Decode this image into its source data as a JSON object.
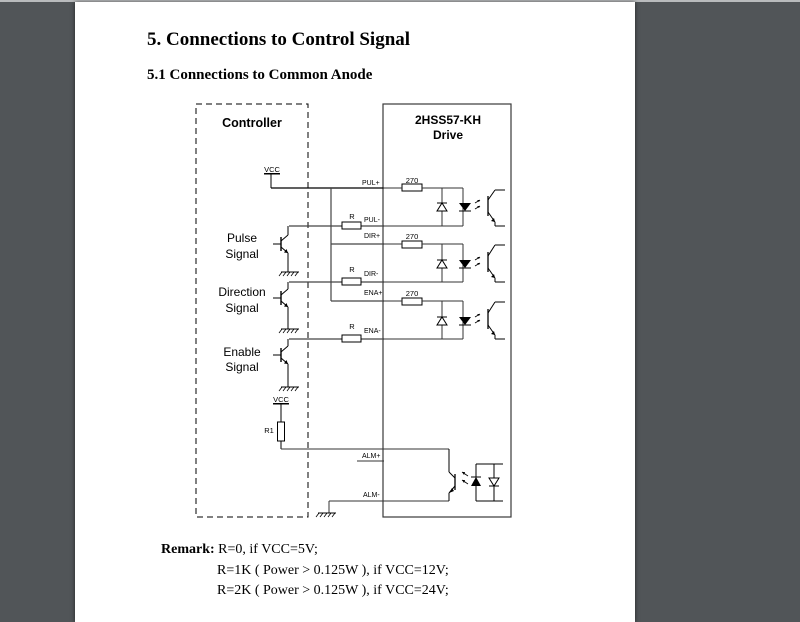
{
  "viewer": {
    "background_color": "#515558",
    "page_color": "#ffffff"
  },
  "document": {
    "heading": "5. Connections to Control Signal",
    "subheading": "5.1 Connections to Common Anode",
    "diagram": {
      "controller_title": "Controller",
      "drive_title_line1": "2HSS57-KH",
      "drive_title_line2": "Drive",
      "vcc_top": "VCC",
      "vcc_bottom": "VCC",
      "r1_label": "R1",
      "signals": [
        {
          "line1": "Pulse",
          "line2": "Signal"
        },
        {
          "line1": "Direction",
          "line2": "Signal"
        },
        {
          "line1": "Enable",
          "line2": "Signal"
        }
      ],
      "channels": [
        {
          "plus": "PUL+",
          "minus": "PUL-",
          "resistor_internal": "270",
          "resistor_external": "R"
        },
        {
          "plus": "DIR+",
          "minus": "DIR-",
          "resistor_internal": "270",
          "resistor_external": "R"
        },
        {
          "plus": "ENA+",
          "minus": "ENA-",
          "resistor_internal": "270",
          "resistor_external": "R"
        }
      ],
      "alarm": {
        "plus": "ALM+",
        "minus": "ALM-"
      }
    },
    "remark": {
      "label": "Remark:",
      "lines": [
        "R=0, if VCC=5V;",
        "R=1K ( Power > 0.125W ), if VCC=12V;",
        "R=2K ( Power > 0.125W ), if VCC=24V;"
      ]
    }
  }
}
